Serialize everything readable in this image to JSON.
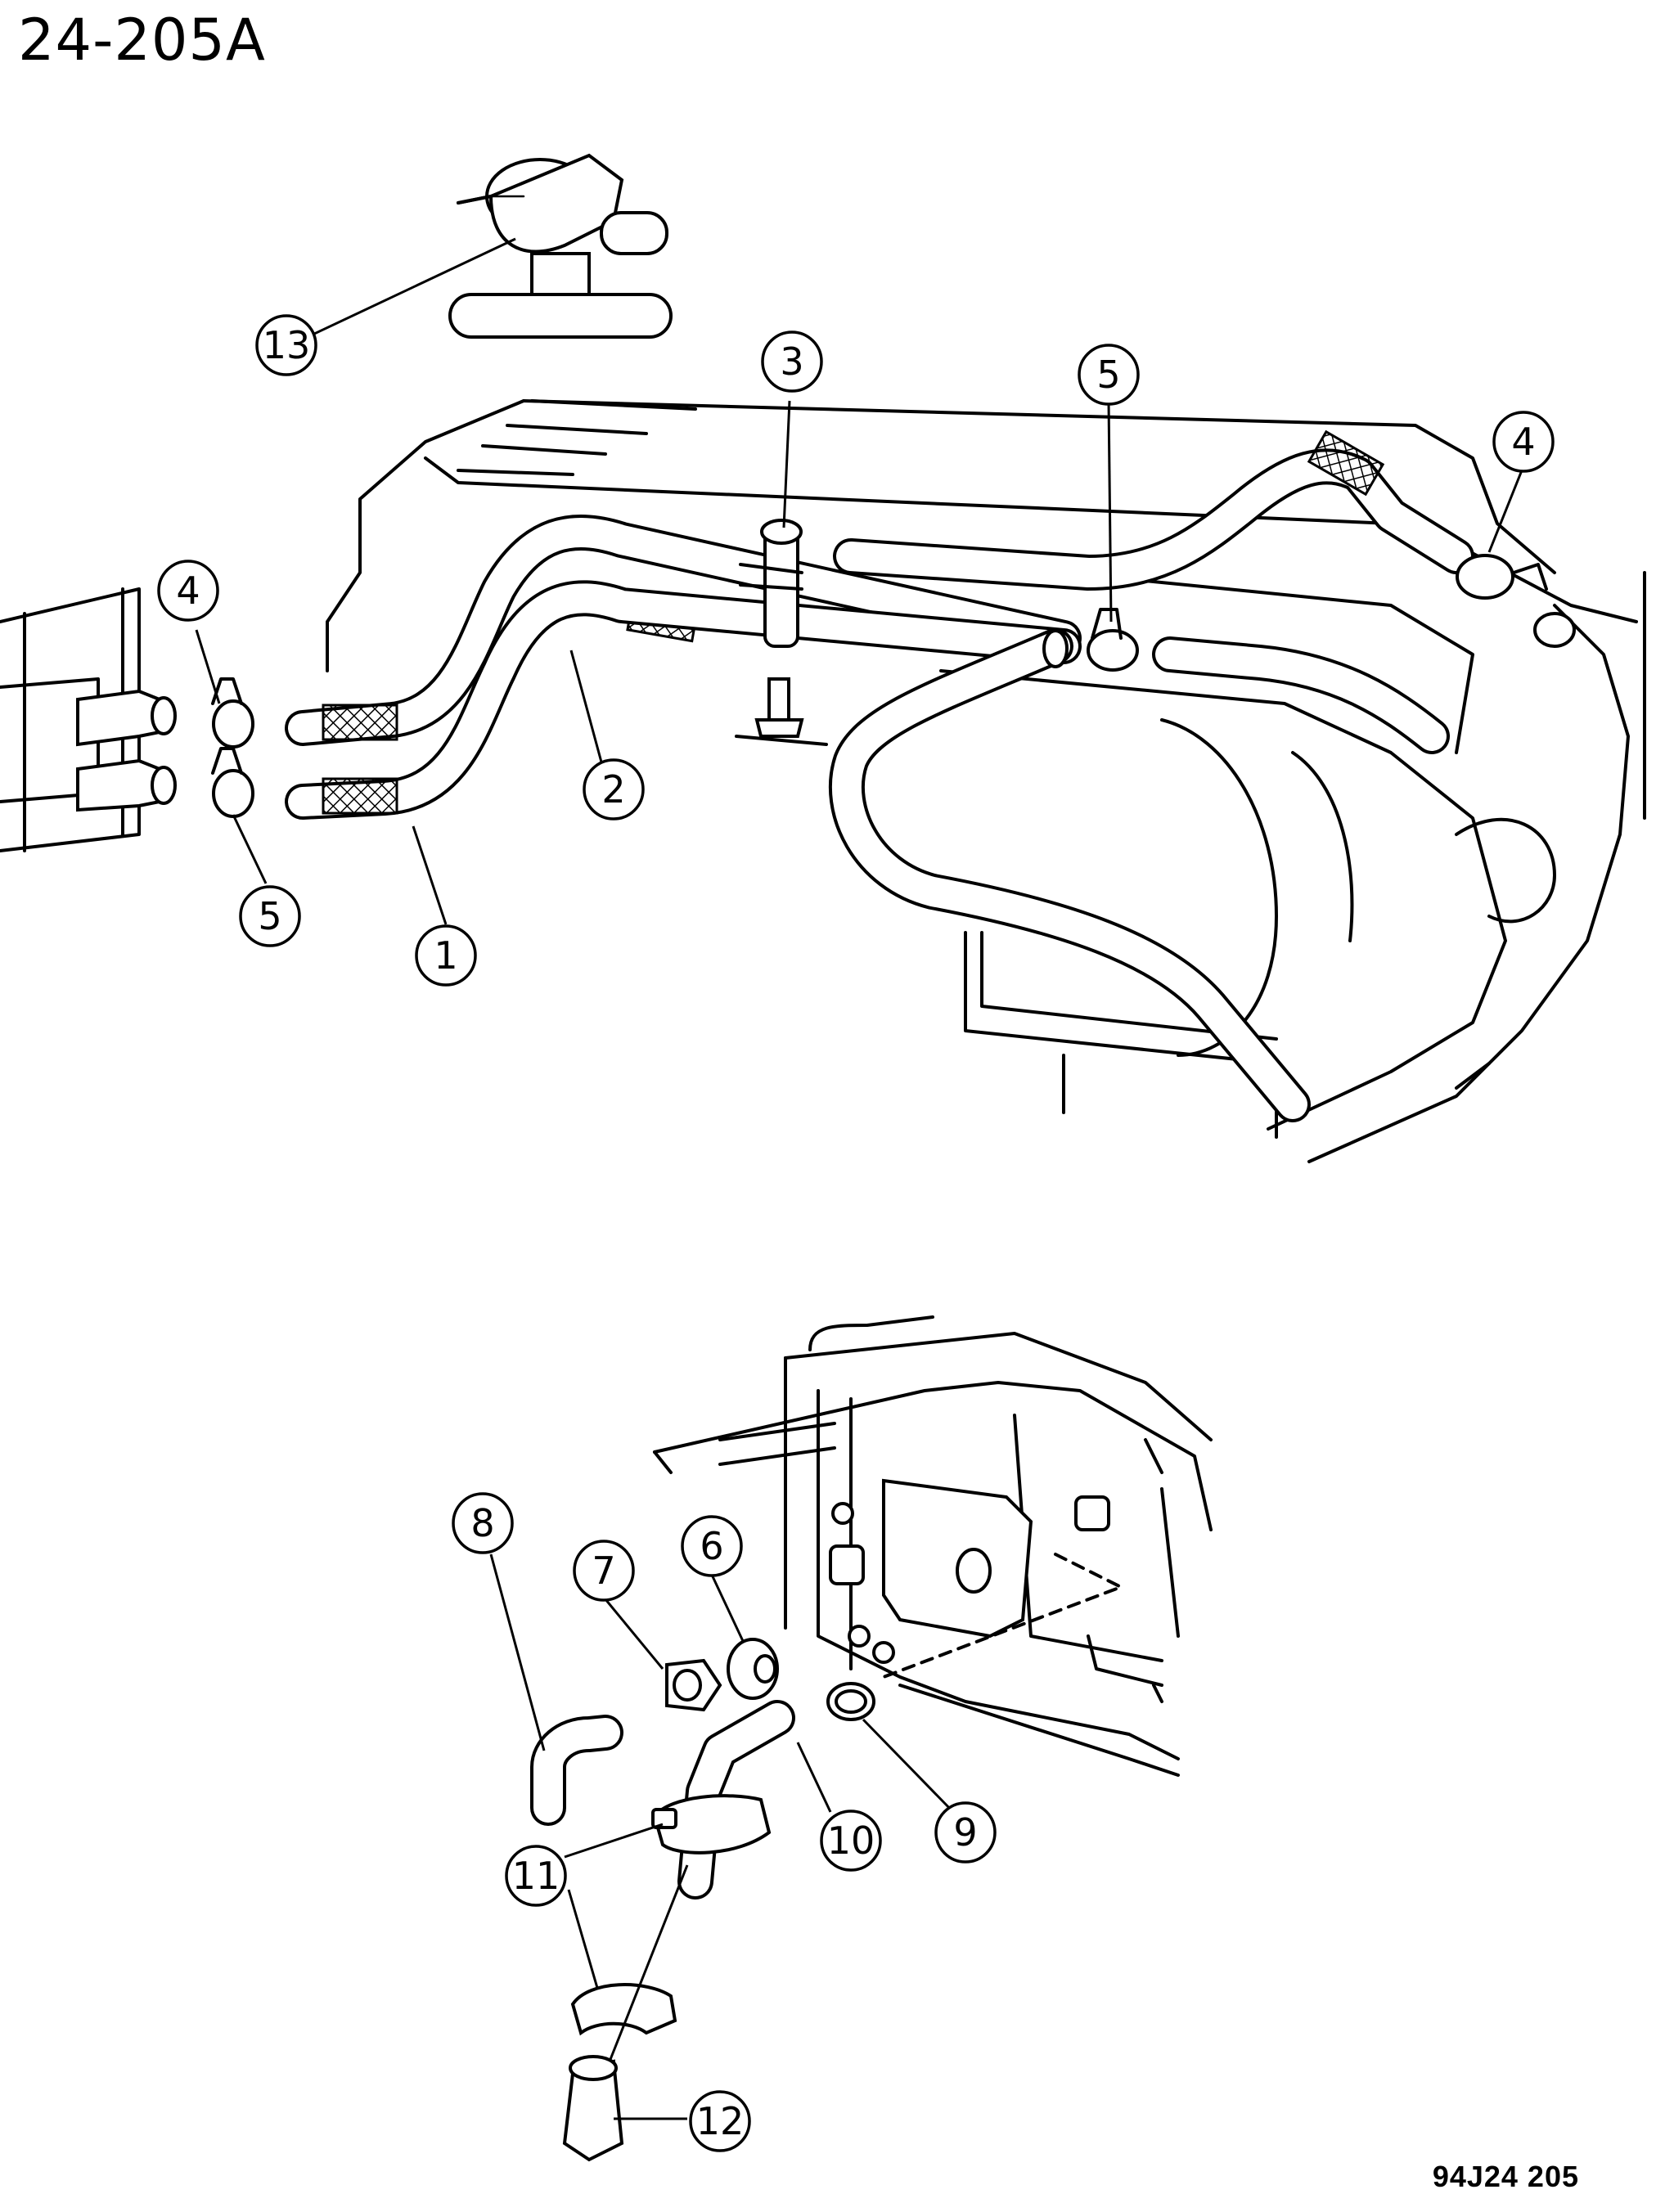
{
  "diagram": {
    "figure_id": "24-205A",
    "figure_code": "94J24 205",
    "callouts": [
      {
        "label": "13"
      },
      {
        "label": "3"
      },
      {
        "label": "5"
      },
      {
        "label": "4"
      },
      {
        "label": "4"
      },
      {
        "label": "2"
      },
      {
        "label": "5"
      },
      {
        "label": "1"
      },
      {
        "label": "7"
      },
      {
        "label": "6"
      },
      {
        "label": "8"
      },
      {
        "label": "10"
      },
      {
        "label": "9"
      },
      {
        "label": "11"
      },
      {
        "label": "12"
      }
    ]
  }
}
